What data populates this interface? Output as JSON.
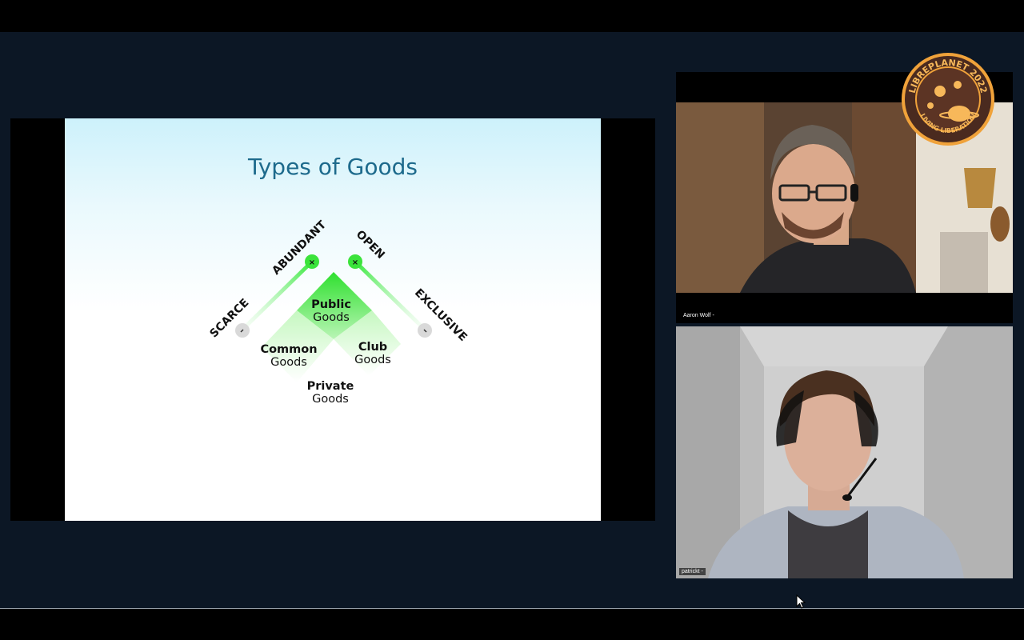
{
  "slide": {
    "title": "Types of Goods",
    "axes": {
      "left_low": "SCARCE",
      "left_high": "ABUNDANT",
      "right_high": "OPEN",
      "right_low": "EXCLUSIVE"
    },
    "quadrants": {
      "public": {
        "name": "Public",
        "suffix": "Goods"
      },
      "common": {
        "name": "Common",
        "suffix": "Goods"
      },
      "club": {
        "name": "Club",
        "suffix": "Goods"
      },
      "private": {
        "name": "Private",
        "suffix": "Goods"
      }
    },
    "colors": {
      "title": "#1d6a8c",
      "accent": "#35e83a"
    }
  },
  "participants": [
    {
      "name": "Aaron Wolf",
      "indicator": "-"
    },
    {
      "name": "patrickt",
      "indicator": "-"
    }
  ],
  "overlay_logo": {
    "text_top": "LIBREPLANET 2022",
    "text_bottom": "LIVING LIBERATION"
  }
}
